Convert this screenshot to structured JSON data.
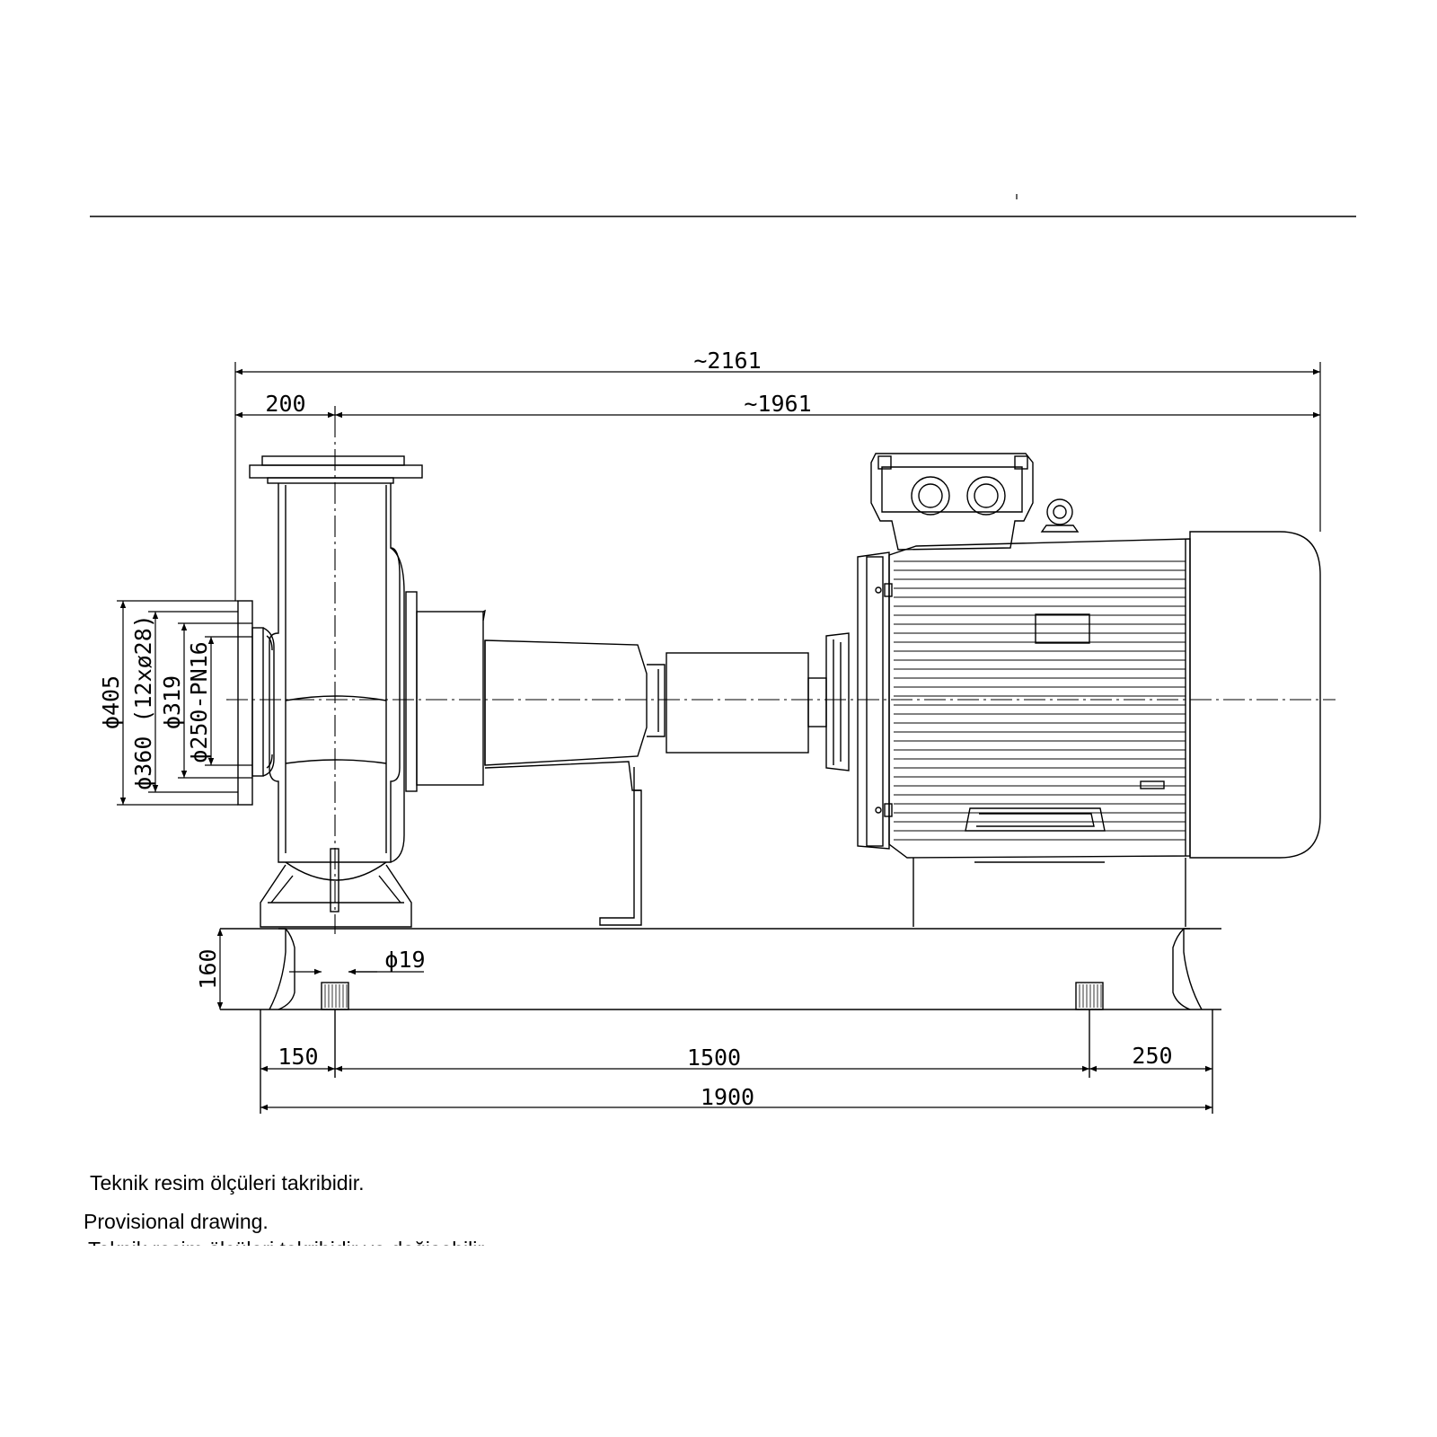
{
  "dimensions": {
    "overall_length": "~2161",
    "pump_offset": "200",
    "pump_to_motor_end": "~1961",
    "flange_outer_diameter": "ϕ405",
    "bolt_circle": "ϕ360 (12xø28)",
    "raised_face_diameter": "ϕ319",
    "nominal_size": "ϕ250-PN16",
    "base_height": "160",
    "anchor_hole": "ϕ19",
    "base_left_offset": "150",
    "base_hole_spacing": "1500",
    "base_right_offset": "250",
    "base_length": "1900"
  },
  "notes": {
    "line_1": "Teknik resim ölçüleri takribidir.",
    "line_2": "Provisional drawing.",
    "line_3": "Teknik resim ölçüleri takribidir ve değişebilir."
  }
}
